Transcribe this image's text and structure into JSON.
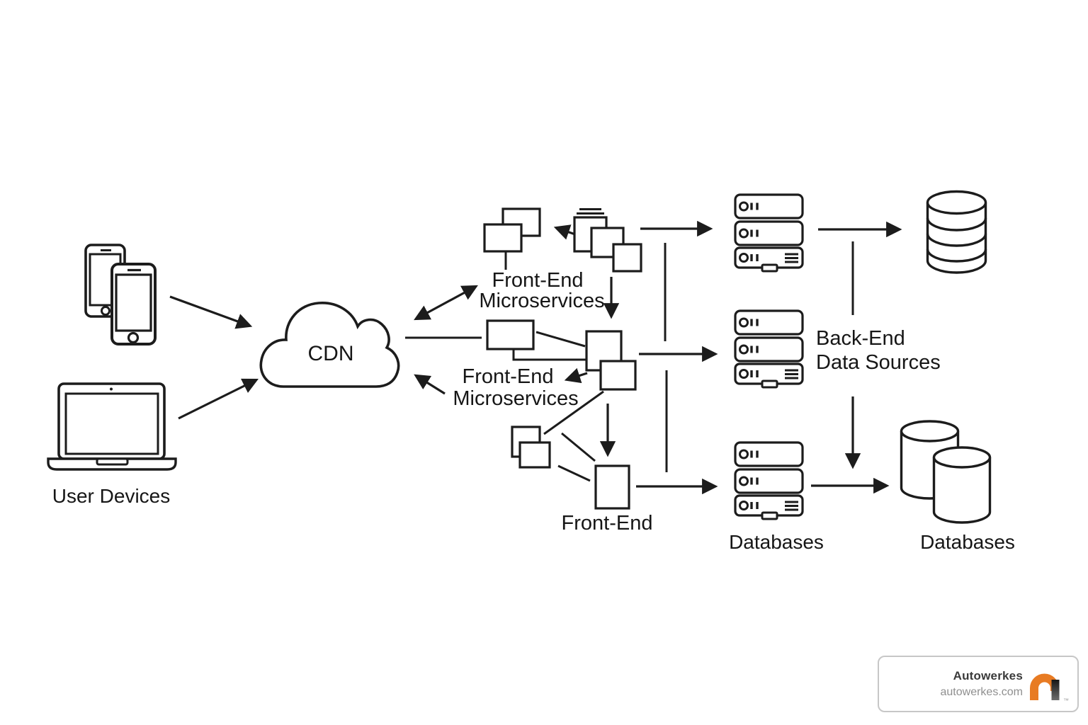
{
  "labels": {
    "user_devices": "User Devices",
    "cdn": "CDN",
    "frontend_top_line1": "Front-End",
    "frontend_top_line2": "Microservices",
    "frontend_mid_line1": "Front-End",
    "frontend_mid_line2": "Microservices",
    "frontend_bottom": "Front-End",
    "backend_line1": "Back-End",
    "backend_line2": "Data Sources",
    "databases_left": "Databases",
    "databases_right": "Databases"
  },
  "branding": {
    "name": "Autowerkes",
    "url": "autowerkes.com",
    "trademark": "™",
    "accent_color": "#e87b23",
    "leg_color": "#1d1d1d"
  },
  "colors": {
    "background": "#ffffff",
    "stroke": "#1c1c1c",
    "text": "#161616"
  },
  "icons": [
    "smartphones-icon",
    "laptop-icon",
    "cdn-cloud-icon",
    "microservice-window-icon",
    "stacked-sheets-icon",
    "server-stack-icon",
    "database-cylinder-icon",
    "brand-arch-icon"
  ],
  "diagram": {
    "nodes": [
      "User Devices",
      "CDN",
      "Front-End Microservices (top)",
      "Front-End Microservices (middle)",
      "Front-End (bottom)",
      "Databases (servers)",
      "Back-End Data Sources",
      "Databases (cylinders top)",
      "Databases (cylinders bottom)"
    ],
    "edges": [
      "User Devices -> CDN (phones)",
      "User Devices -> CDN (laptop)",
      "CDN <-> Front-End Microservices (top)",
      "CDN - Front-End Microservices (middle)",
      "Front-End Microservices (middle) -> CDN",
      "Front-End Microservices (top) -> server stack 1",
      "Front-End Microservices (middle) -> server stack 2",
      "Front-End (bottom) -> server stack 3",
      "server stack 1 -> database cylinder (top right)",
      "server stack 1 -> databases (bottom right, vertical arrow)",
      "server stack 3 -> databases (bottom right)"
    ]
  }
}
